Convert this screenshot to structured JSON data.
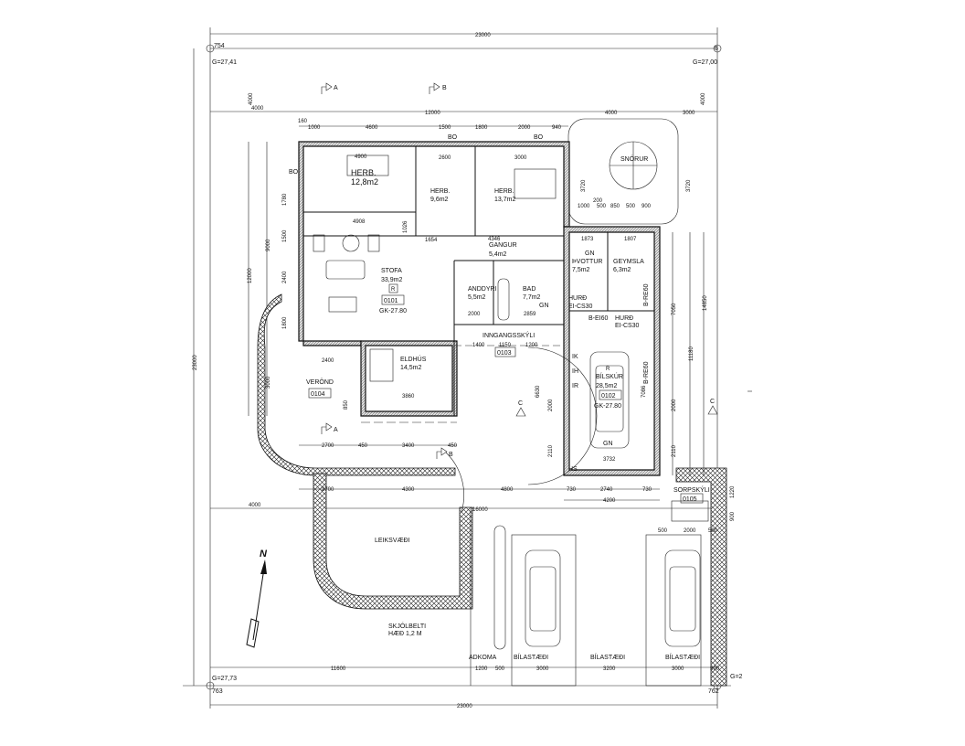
{
  "sheet": {
    "corners": {
      "top_left": {
        "id": "754",
        "elevation": "G=27,41"
      },
      "top_right": {
        "id": "5",
        "elevation": "G=27,00"
      },
      "bottom_left": {
        "id": "763",
        "elevation": "G=27,73"
      },
      "bottom_right": {
        "id": "762",
        "elevation": "G=2"
      }
    },
    "overall": {
      "top": "23000",
      "bottom": "23000",
      "left": "23000"
    }
  },
  "dims": {
    "setback_row": [
      "4000",
      "12000",
      "4000",
      "3000"
    ],
    "left_setback": "4000",
    "right_setback": "4000",
    "top_chain": [
      "160",
      "1000",
      "4600",
      "1500",
      "1800",
      "2000",
      "940"
    ],
    "left_chain": [
      "12000",
      "9000",
      "1780",
      "1500",
      "2400",
      "1800",
      "3000",
      "850"
    ],
    "under_house": [
      "2700",
      "450",
      "3400",
      "450"
    ],
    "under_hedge": [
      "2700",
      "4300",
      "4800",
      "730",
      "2740",
      "730"
    ],
    "garage_total": "4200",
    "left_bottom": "4000",
    "driveway": "16000",
    "right_chain": [
      "3720",
      "3720",
      "7050",
      "11180",
      "14850",
      "2000",
      "2110",
      "7086",
      "6630",
      "2000",
      "2110"
    ],
    "bottom_chain": [
      "11600",
      "1200",
      "500",
      "3000",
      "3200",
      "3000",
      "500"
    ],
    "sorp": [
      "500",
      "2000",
      "500",
      "1220",
      "900"
    ],
    "snow": [
      "1000",
      "200",
      "500",
      "850",
      "500",
      "900"
    ],
    "interior": [
      "4900",
      "2600",
      "3000",
      "4908",
      "1026",
      "1654",
      "4346",
      "1873",
      "1807",
      "2000",
      "2859",
      "1400",
      "1150",
      "1200",
      "3860",
      "3732",
      "2400"
    ]
  },
  "markers": {
    "section_a": "A",
    "section_b": "B",
    "section_c": "C",
    "window": "BO"
  },
  "rooms": [
    {
      "name": "HERB.",
      "area": "12,8m2"
    },
    {
      "name": "HERB.",
      "area": "9,6m2"
    },
    {
      "name": "HERB.",
      "area": "13,7m2"
    },
    {
      "name": "GANGUR",
      "area": "5,4m2"
    },
    {
      "name": "STOFA",
      "area": "33,9m2",
      "tag": "R",
      "id": "0101",
      "level": "GK-27.80"
    },
    {
      "name": "ANDDYRI",
      "area": "5,5m2"
    },
    {
      "name": "BAD",
      "area": "7,7m2",
      "note": "GN"
    },
    {
      "name": "ÞVOTTUR",
      "area": "7,5m2",
      "note": "GN"
    },
    {
      "name": "GEYMSLA",
      "area": "6,3m2"
    },
    {
      "name": "ELDHÚS",
      "area": "14,5m2"
    },
    {
      "name": "INNGANGSSKÝLI",
      "id": "0103"
    },
    {
      "name": "VERÖND",
      "id": "0104"
    },
    {
      "name": "BÍLSKÚR",
      "area": "28,5m2",
      "tag": "R",
      "id": "0102",
      "level": "GK-27.80",
      "note": "GN"
    },
    {
      "name": "SORPSKÝLI",
      "id": "0105"
    }
  ],
  "fire": {
    "door1": "HURÐ",
    "door1_rating": "EI-CS30",
    "wall": "B-EI60",
    "door2": "HURÐ",
    "door2_rating": "EI-CS30",
    "wall_r1": "B-RE60",
    "wall_r2": "B-RE60",
    "ik": "IK",
    "ih": "IH",
    "ir": "IR",
    "hs": "HS"
  },
  "site": {
    "snow": "SNÓRUR",
    "play": "LEIKSVÆÐI",
    "hedge": "SKJÓLBELTI",
    "hedge_height": "HÆÐ 1,2 M",
    "access": "ADKOMA",
    "parking": [
      "BÍLASTÆÐI",
      "BÍLASTÆÐI",
      "BÍLASTÆÐI"
    ],
    "north": "N"
  }
}
